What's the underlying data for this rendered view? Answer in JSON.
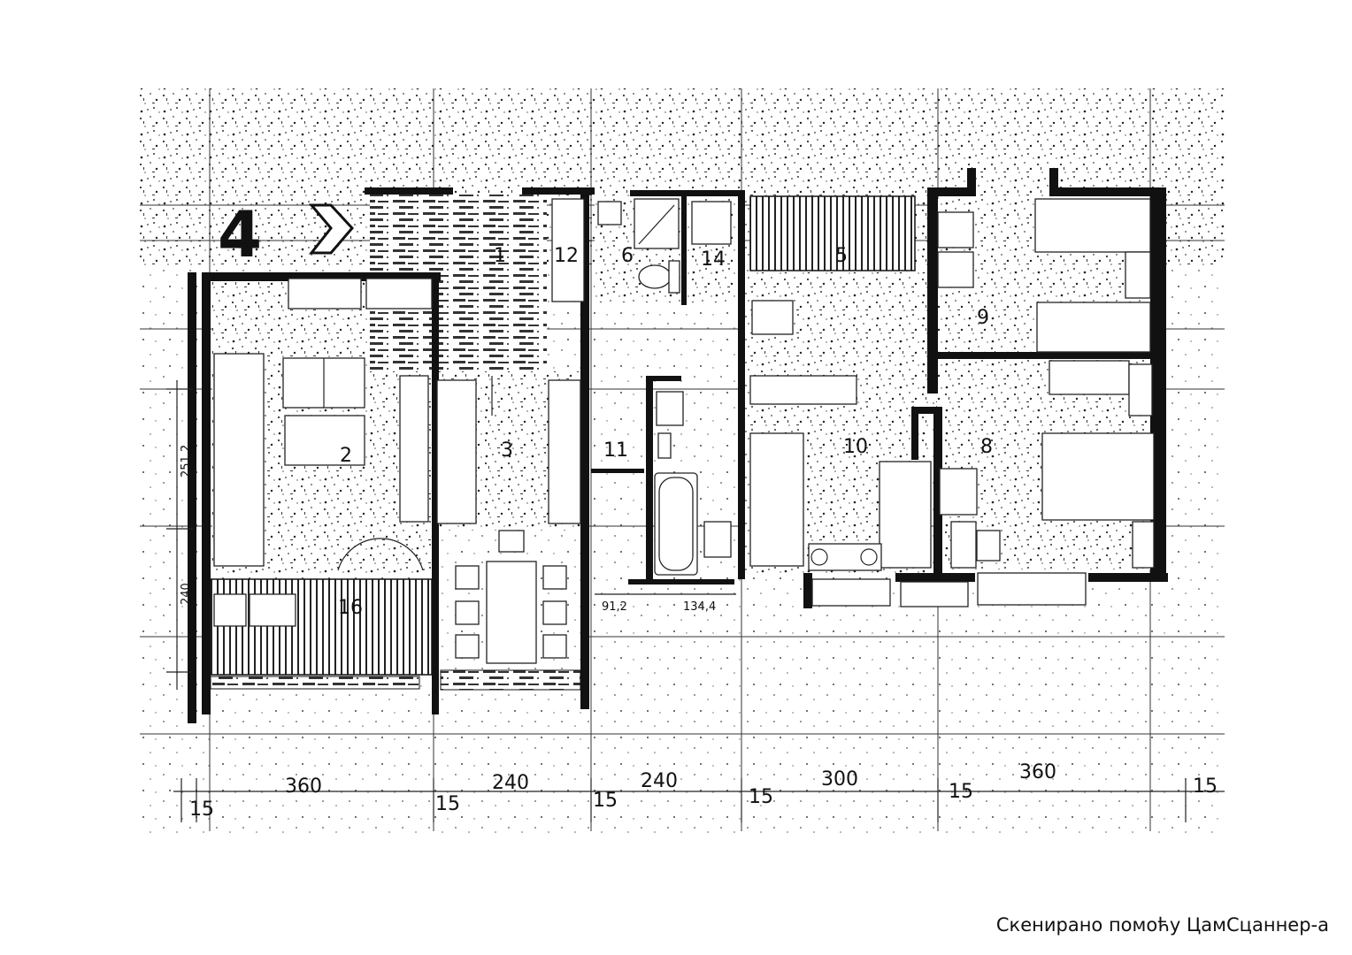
{
  "plan": {
    "floor_number": "4",
    "rooms": [
      {
        "id": "r1",
        "label": "1"
      },
      {
        "id": "r2",
        "label": "2"
      },
      {
        "id": "r3",
        "label": "3"
      },
      {
        "id": "r5",
        "label": "5"
      },
      {
        "id": "r6",
        "label": "6"
      },
      {
        "id": "r8",
        "label": "8"
      },
      {
        "id": "r9",
        "label": "9"
      },
      {
        "id": "r10",
        "label": "10"
      },
      {
        "id": "r11",
        "label": "11"
      },
      {
        "id": "r12",
        "label": "12"
      },
      {
        "id": "r14",
        "label": "14"
      },
      {
        "id": "r16",
        "label": "16"
      }
    ],
    "dimensions": {
      "bottom_main": [
        "360",
        "240",
        "240",
        "300",
        "360"
      ],
      "bottom_walls": [
        "15",
        "15",
        "15",
        "15",
        "15",
        "15"
      ],
      "left_vertical": [
        "251,2",
        "240"
      ],
      "bath_widths": [
        "91,2",
        "134,4"
      ]
    }
  },
  "footer": {
    "scan_note": "Скенирано помоћу ЦамСцаннер-а"
  }
}
